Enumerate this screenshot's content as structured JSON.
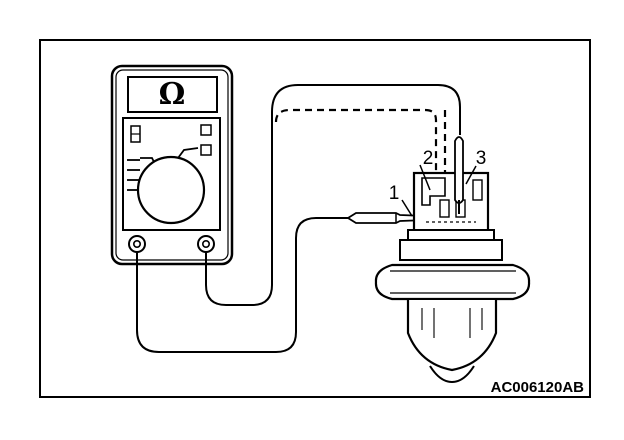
{
  "figure": {
    "meter": {
      "unit_symbol": "Ω"
    },
    "terminals": {
      "t1": "1",
      "t2": "2",
      "t3": "3"
    },
    "figure_code": "AC006120AB"
  }
}
